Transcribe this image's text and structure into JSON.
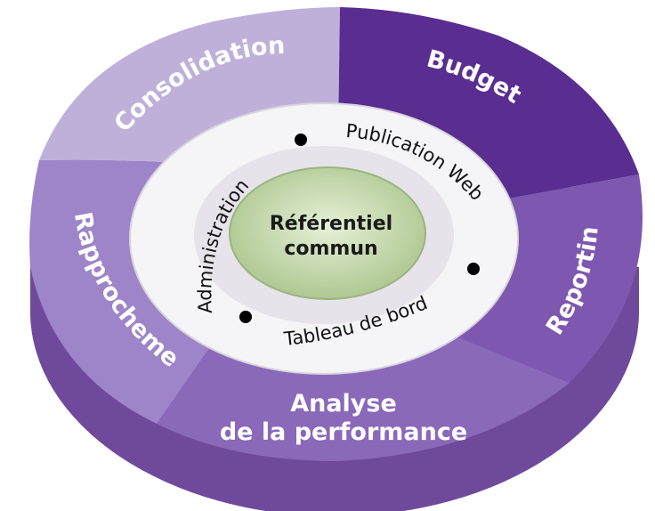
{
  "segments": [
    {
      "id": "consolidation",
      "label": "Consolidation",
      "color": "#bfb0d9"
    },
    {
      "id": "budget",
      "label": "Budget",
      "color": "#5a2d91"
    },
    {
      "id": "reporting",
      "label": "Reporting",
      "color": "#7e57b0"
    },
    {
      "id": "analyse",
      "label_line1": "Analyse",
      "label_line2": "de la performance",
      "color": "#8a68ba"
    },
    {
      "id": "rapprochement",
      "label": "Rapprochement",
      "color": "#9e84c8"
    }
  ],
  "inner_ring": {
    "items": [
      "Publication Web",
      "Tableau de bord",
      "Administration"
    ]
  },
  "center": {
    "line1": "Référentiel",
    "line2": "commun",
    "color": "#cfe0b6"
  }
}
